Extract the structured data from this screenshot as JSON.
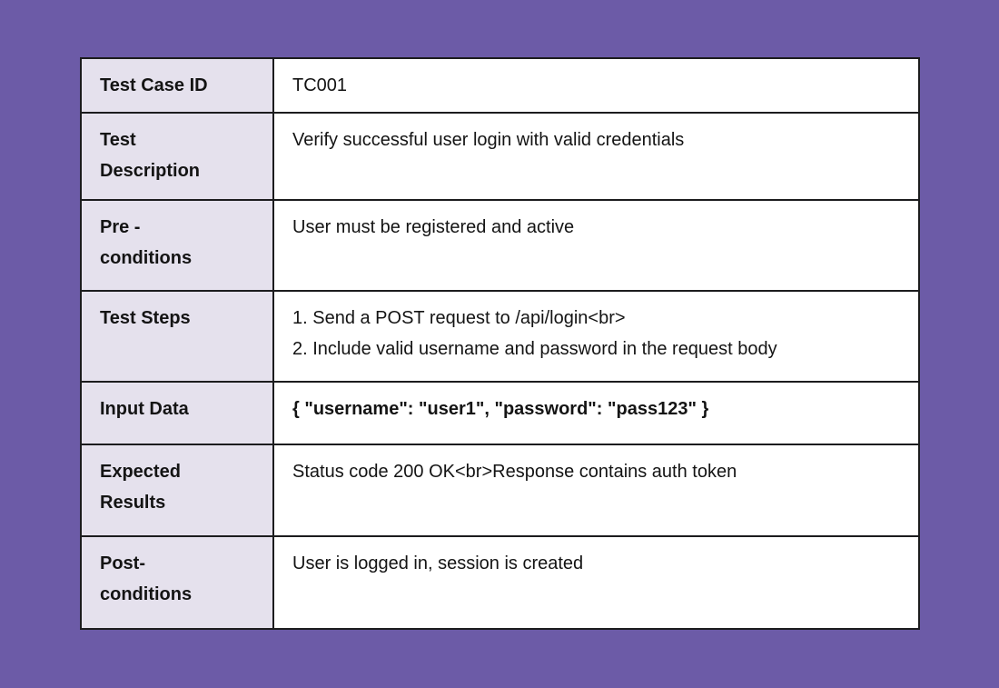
{
  "colors": {
    "page_background": "#6C5BA7",
    "label_cell_background": "#E5E1ED",
    "value_cell_background": "#FFFFFF",
    "border": "#1C1C1E",
    "text": "#141414"
  },
  "table": {
    "rows": [
      {
        "label": [
          "Test Case ID"
        ],
        "value": [
          "TC001"
        ]
      },
      {
        "label": [
          "Test",
          "Description"
        ],
        "value": [
          "Verify successful user login with valid credentials"
        ]
      },
      {
        "label": [
          "Pre -",
          "conditions"
        ],
        "value": [
          "User must be registered and active"
        ]
      },
      {
        "label": [
          "Test Steps"
        ],
        "value": [
          "1. Send a POST request to /api/login<br>",
          "2. Include valid username and password in the request body"
        ]
      },
      {
        "label": [
          "Input Data"
        ],
        "value": [
          "{ \"username\": \"user1\", \"password\": \"pass123\" }"
        ],
        "value_bold": true
      },
      {
        "label": [
          "Expected",
          "Results"
        ],
        "value": [
          "Status code 200 OK<br>Response contains auth token"
        ]
      },
      {
        "label": [
          "Post-",
          "conditions"
        ],
        "value": [
          "User is logged in, session is created"
        ]
      }
    ]
  }
}
